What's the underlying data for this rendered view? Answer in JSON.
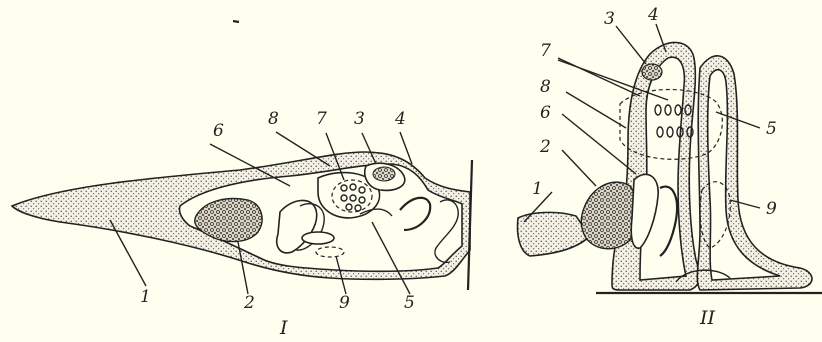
{
  "figure_I": {
    "roman": "I",
    "labels": [
      "1",
      "2",
      "3",
      "4",
      "5",
      "6",
      "7",
      "8",
      "9"
    ]
  },
  "figure_II": {
    "roman": "II",
    "labels": [
      "1",
      "2",
      "3",
      "4",
      "5",
      "6",
      "7",
      "8",
      "9"
    ]
  }
}
